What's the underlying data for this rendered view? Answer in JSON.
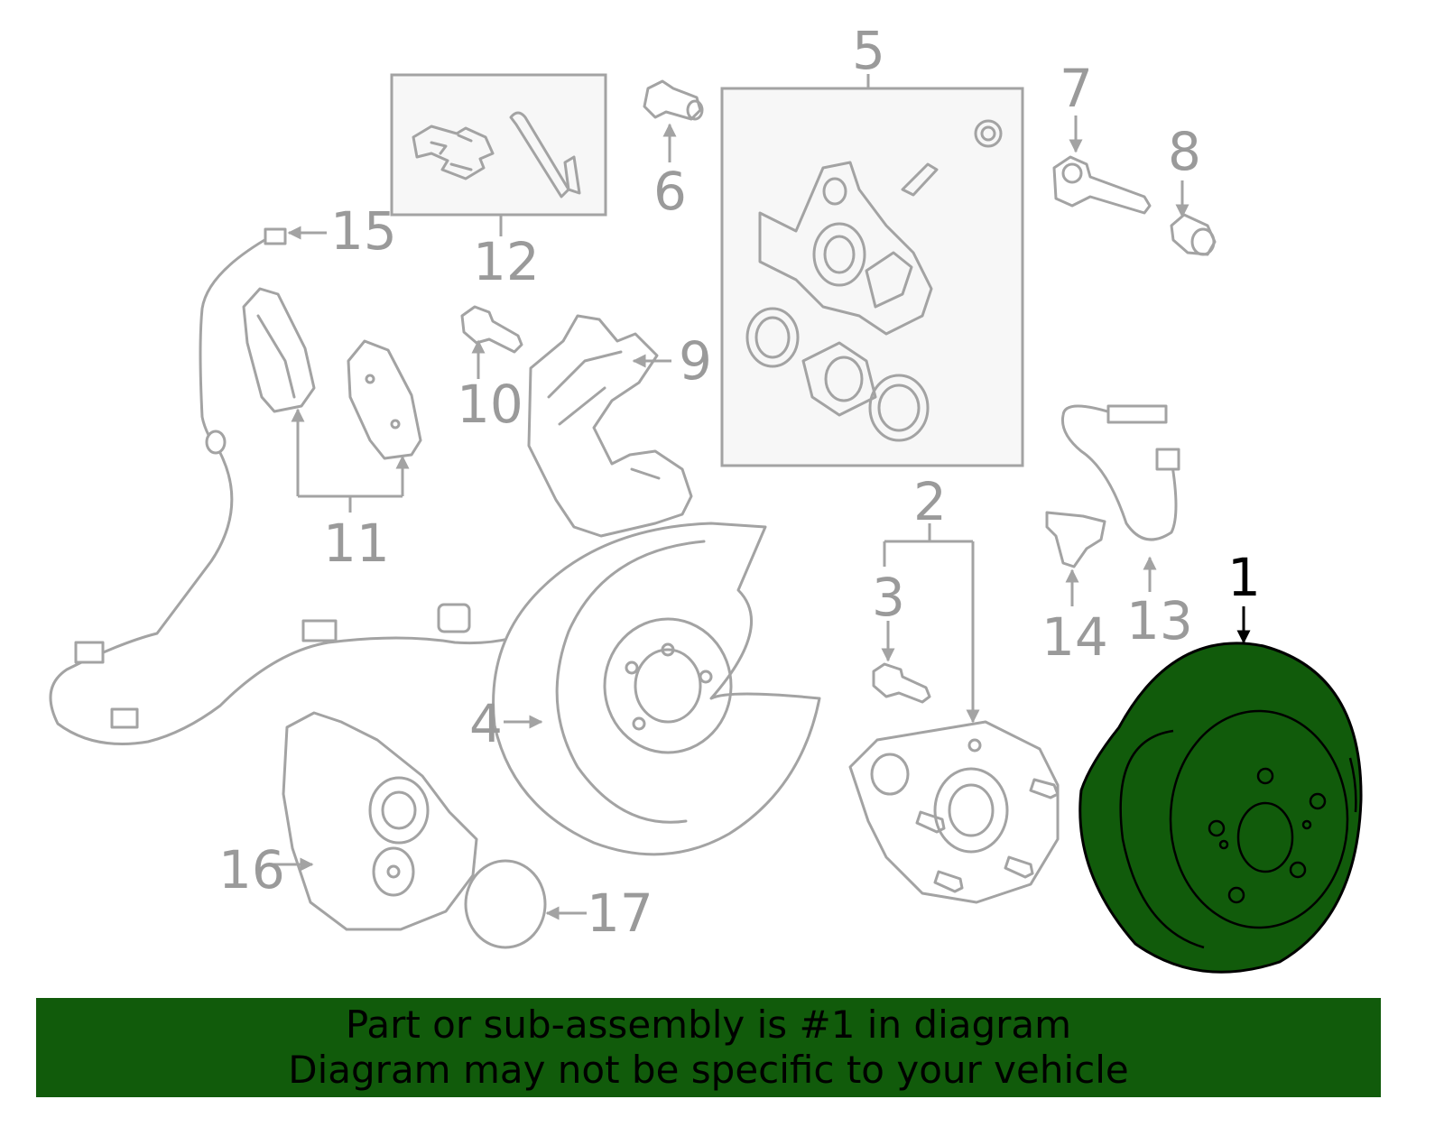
{
  "callouts": {
    "c1": "1",
    "c2": "2",
    "c3": "3",
    "c4": "4",
    "c5": "5",
    "c6": "6",
    "c7": "7",
    "c8": "8",
    "c9": "9",
    "c10": "10",
    "c11": "11",
    "c12": "12",
    "c13": "13",
    "c14": "14",
    "c15": "15",
    "c16": "16",
    "c17": "17"
  },
  "highlight": {
    "part_number": "1",
    "color": "#115b0b"
  },
  "banner": {
    "line1": "Part or sub-assembly is #1 in diagram",
    "line2": "Diagram may not be specific to your vehicle",
    "color": "#115b0b"
  }
}
